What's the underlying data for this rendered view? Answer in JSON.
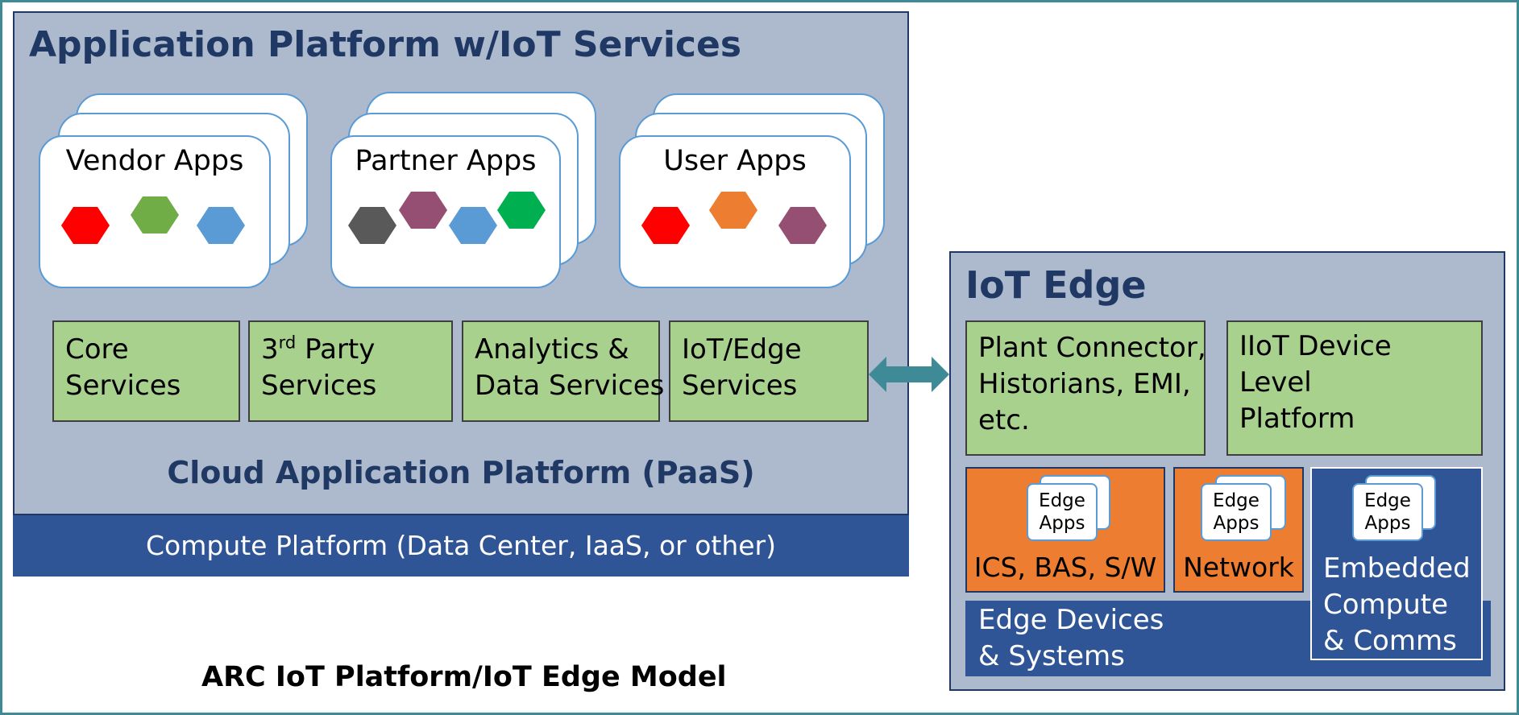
{
  "diagram": {
    "caption": "ARC IoT Platform/IoT Edge Model",
    "platform": {
      "title": "Application Platform w/IoT Services",
      "app_groups": [
        {
          "label": "Vendor Apps",
          "hex_colors": [
            "#ff0000",
            "#70ad47",
            "#5b9bd5"
          ]
        },
        {
          "label": "Partner Apps",
          "hex_colors": [
            "#595959",
            "#954f72",
            "#5b9bd5",
            "#00b050"
          ]
        },
        {
          "label": "User Apps",
          "hex_colors": [
            "#ff0000",
            "#ed7d31",
            "#954f72"
          ]
        }
      ],
      "services": [
        {
          "line1": "Core",
          "line2": "Services"
        },
        {
          "line1_num": "3",
          "line1_sup": "rd",
          "line1_rest": " Party",
          "line2": "Services"
        },
        {
          "line1": "Analytics &",
          "line2": "Data Services"
        },
        {
          "line1": "IoT/Edge",
          "line2": "Services"
        }
      ],
      "paas_label": "Cloud Application Platform (PaaS)",
      "compute_label": "Compute Platform (Data Center, IaaS, or other)"
    },
    "edge": {
      "title": "IoT Edge",
      "plant_box": {
        "line1": "Plant Connector,",
        "line2": "Historians, EMI,",
        "line3": "etc."
      },
      "iiot_box": {
        "line1": "IIoT Device",
        "line2": "Level",
        "line3": "Platform"
      },
      "edge_apps": {
        "line1": "Edge",
        "line2": "Apps"
      },
      "ics_label": "ICS, BAS, S/W",
      "network_label": "Network",
      "embedded": {
        "line1": "Embedded",
        "line2": "Compute",
        "line3": "& Comms"
      },
      "devices": {
        "line1": "Edge Devices",
        "line2": "& Systems"
      }
    },
    "colors": {
      "panel": "#adb9cc",
      "navy": "#2f5597",
      "title_text": "#1f3864",
      "service_green": "#a9d18e",
      "edge_orange": "#ed7d31",
      "arrow_teal": "#3e8a96"
    }
  }
}
